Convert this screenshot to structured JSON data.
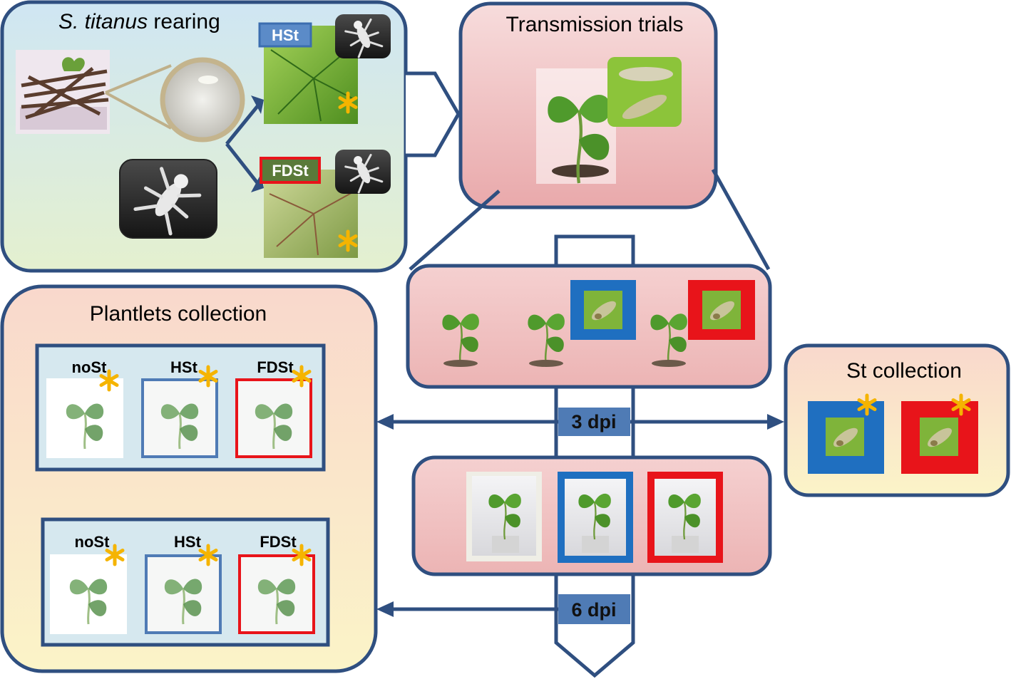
{
  "panels": {
    "rearing": {
      "title_italic": "S. titanus",
      "title_rest": " rearing",
      "hst_tag": "HSt",
      "fdst_tag": "FDSt"
    },
    "transmission": {
      "title": "Transmission trials"
    },
    "plantlets": {
      "title": "Plantlets collection",
      "labels": [
        "noSt",
        "HSt",
        "FDSt"
      ]
    },
    "st_collection": {
      "title": "St collection"
    }
  },
  "timeline": {
    "dpi_3": "3 dpi",
    "dpi_6": "6 dpi"
  },
  "colors": {
    "hst": "#1f6fc0",
    "fdst": "#e8141a",
    "nost": "#ffffff",
    "asterisk": "#f5b400",
    "outline": "#2f4f80"
  }
}
